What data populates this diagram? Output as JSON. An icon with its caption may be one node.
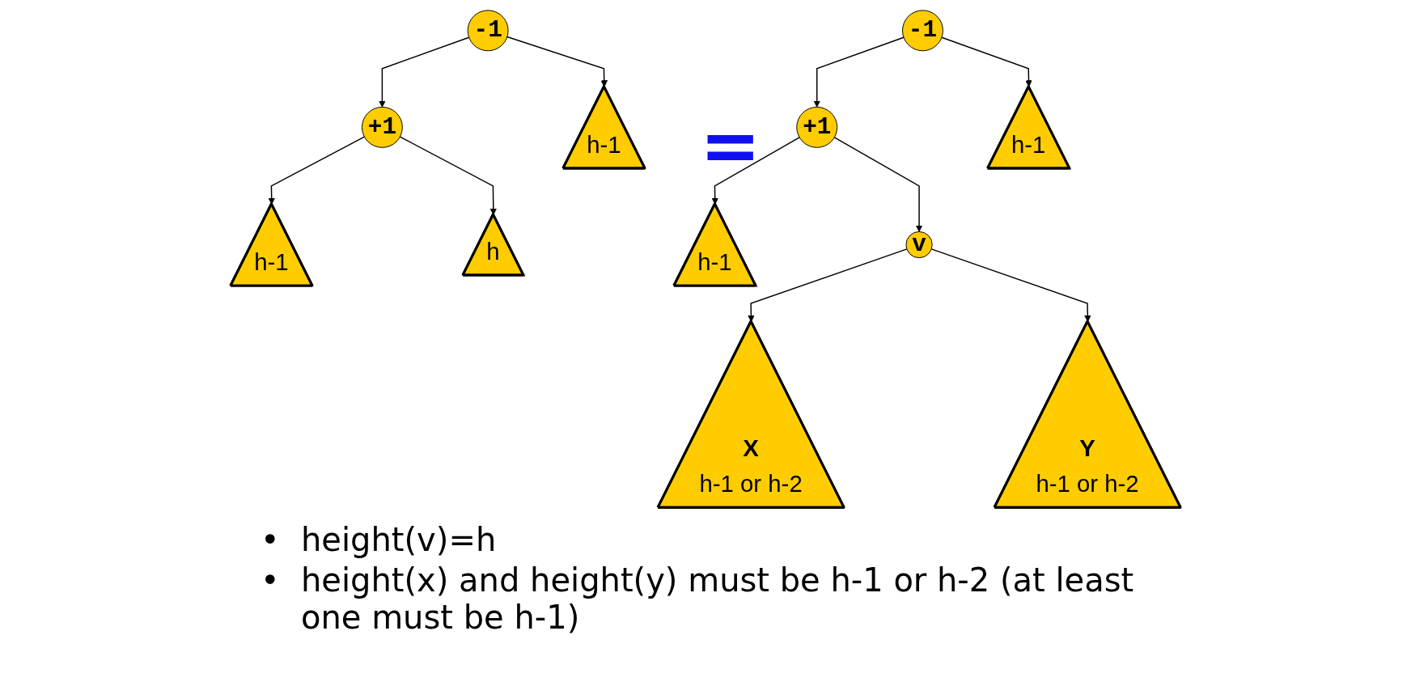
{
  "diagram": {
    "nodes": [
      {
        "text": [
          "-1"
        ]
      },
      {
        "text": [
          "+1"
        ]
      },
      {
        "text": [
          "h-1"
        ]
      },
      {
        "text": [
          "h"
        ]
      },
      {
        "text": [
          "h-1"
        ]
      },
      {
        "text": [
          "-1"
        ]
      },
      {
        "text": [
          "+1"
        ]
      },
      {
        "text": [
          "h-1"
        ]
      },
      {
        "text": [
          "v"
        ]
      },
      {
        "text": [
          "X",
          "h-1 or h-2"
        ]
      },
      {
        "text": [
          "Y",
          "h-1 or h-2"
        ]
      },
      {
        "text": [
          "h-1"
        ]
      }
    ],
    "edges": [
      {
        "from": 0,
        "to": 1,
        "arrow": "to"
      },
      {
        "from": 0,
        "to": 4,
        "arrow": "to"
      },
      {
        "from": 1,
        "to": 2,
        "arrow": "to"
      },
      {
        "from": 1,
        "to": 3,
        "arrow": "to"
      },
      {
        "from": 5,
        "to": 6,
        "arrow": "to"
      },
      {
        "from": 5,
        "to": 11,
        "arrow": "to"
      },
      {
        "from": 6,
        "to": 7,
        "arrow": "to"
      },
      {
        "from": 6,
        "to": 8,
        "arrow": "to"
      },
      {
        "from": 8,
        "to": 9,
        "arrow": "to"
      },
      {
        "from": 8,
        "to": 10,
        "arrow": "to"
      }
    ],
    "labels": [
      "=",
      "•",
      "height(v)=h",
      "•",
      "height(x) and height(y) must be h-1 or h-2 (at least one must be h-1)"
    ]
  }
}
